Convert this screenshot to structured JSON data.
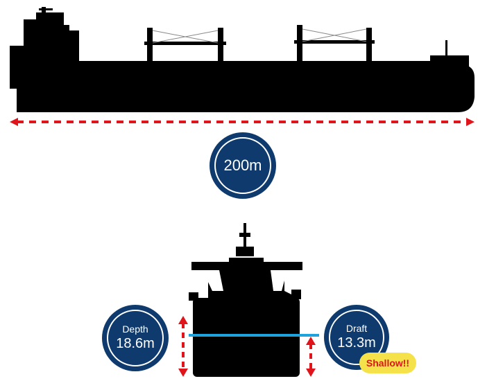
{
  "length": {
    "value": "200m"
  },
  "depth": {
    "label": "Depth",
    "value": "18.6m"
  },
  "draft": {
    "label": "Draft",
    "value": "13.3m"
  },
  "shallow_tag": {
    "text": "Shallow!!"
  },
  "colors": {
    "ship": "#000000",
    "badge": "#0e3a6e",
    "dimension_arrow": "#e0141b",
    "waterline": "#1ea3dc",
    "shallow_tag": "#f5e24a"
  }
}
